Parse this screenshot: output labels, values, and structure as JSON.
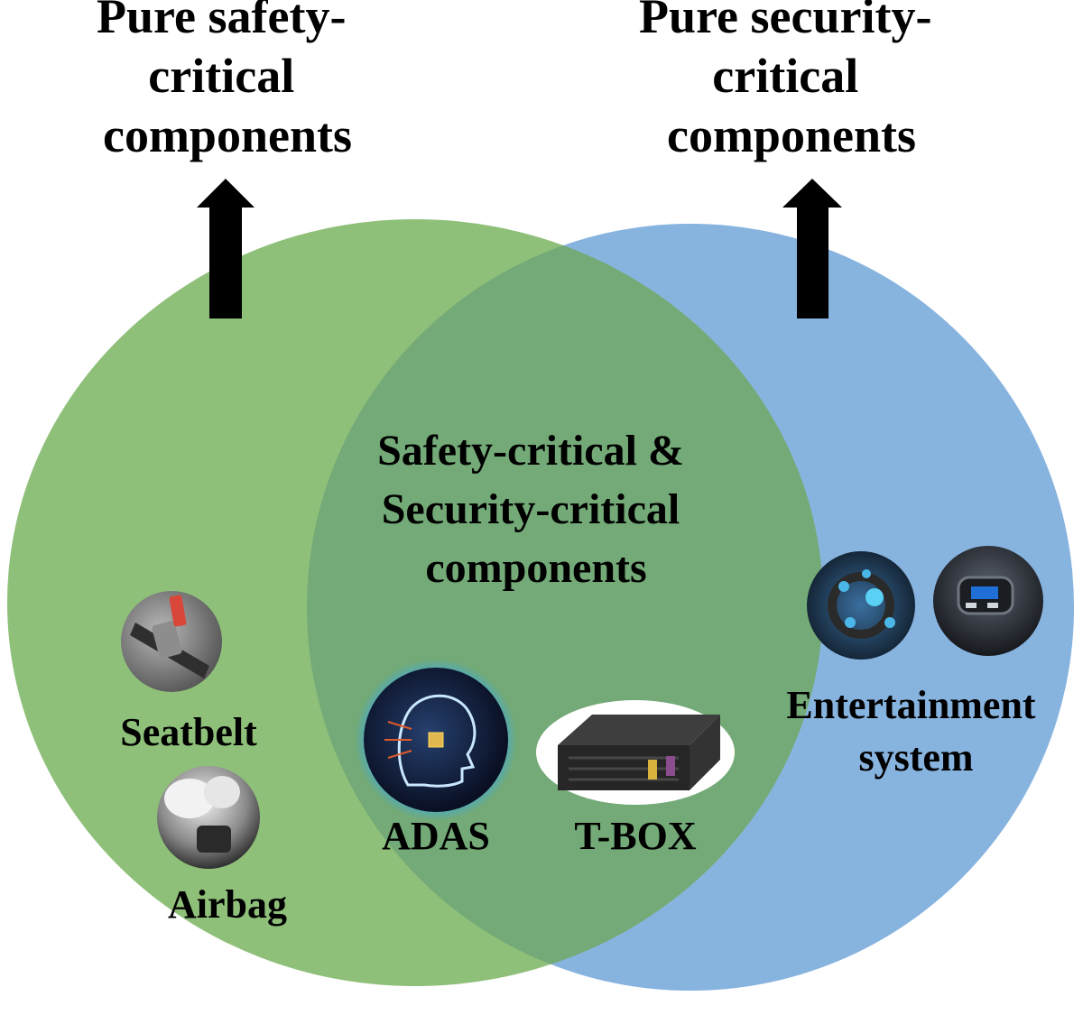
{
  "colors": {
    "safety": "#8fc07a",
    "security": "#87b3df",
    "overlap": "#73aa77",
    "arrow": "#000000",
    "text": "#000000"
  },
  "top": {
    "safety_label": [
      "Pure safety-",
      "critical",
      "components"
    ],
    "security_label": [
      "Pure security-",
      "critical",
      "components"
    ]
  },
  "overlap": {
    "label": [
      "Safety-critical &",
      "Security-critical",
      "components"
    ]
  },
  "components": {
    "seatbelt": "Seatbelt",
    "airbag": "Airbag",
    "adas": "ADAS",
    "tbox": "T-BOX",
    "entertainment": [
      "Entertainment",
      "system"
    ]
  },
  "icons": {
    "seatbelt": "seatbelt-photo-icon",
    "airbag": "airbag-photo-icon",
    "adas": "ai-head-chip-icon",
    "tbox": "telematics-box-icon",
    "entertainment_dashboard": "connected-dashboard-icon",
    "entertainment_charger": "usb-car-charger-icon"
  }
}
